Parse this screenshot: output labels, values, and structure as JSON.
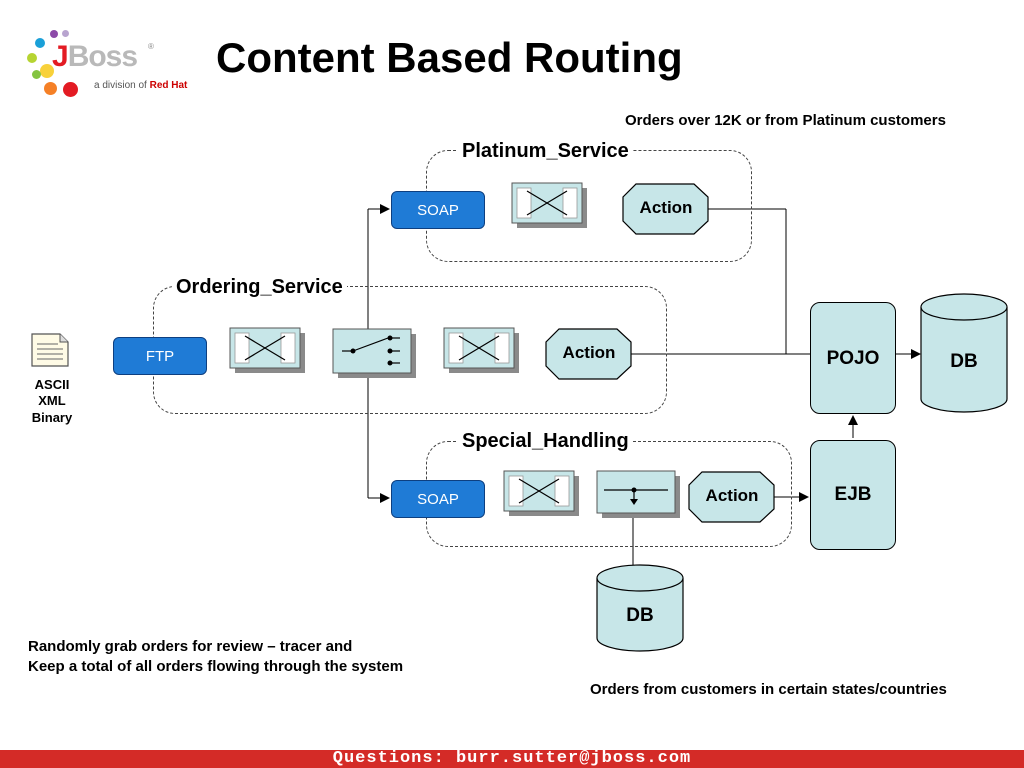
{
  "slide": {
    "title": "Content Based Routing",
    "footer": "Questions: burr.sutter@jboss.com"
  },
  "logo": {
    "text_j": "J",
    "text_rest": "Boss",
    "registered": "®",
    "division_text": "a division of ",
    "division_brand": "Red Hat"
  },
  "annotations": {
    "top_right": "Orders over 12K or from Platinum customers",
    "bottom_right": "Orders from customers in certain states/countries",
    "bottom_left_line1": "Randomly grab orders for review – tracer and",
    "bottom_left_line2": "Keep a total of all orders flowing through the system"
  },
  "input": {
    "formats": [
      "ASCII",
      "XML",
      "Binary"
    ]
  },
  "services": {
    "platinum": {
      "label": "Platinum_Service",
      "gateway": "SOAP",
      "action": "Action"
    },
    "ordering": {
      "label": "Ordering_Service",
      "gateway": "FTP",
      "action": "Action"
    },
    "special": {
      "label": "Special_Handling",
      "gateway": "SOAP",
      "action": "Action"
    }
  },
  "endpoints": {
    "pojo": "POJO",
    "ejb": "EJB",
    "db_main": "DB",
    "db_special": "DB"
  },
  "colors": {
    "gateway_fill": "#1f7bd6",
    "component_fill": "#c7e6e8",
    "footer_bar": "#d42b27",
    "logo_red": "#e31b23"
  }
}
